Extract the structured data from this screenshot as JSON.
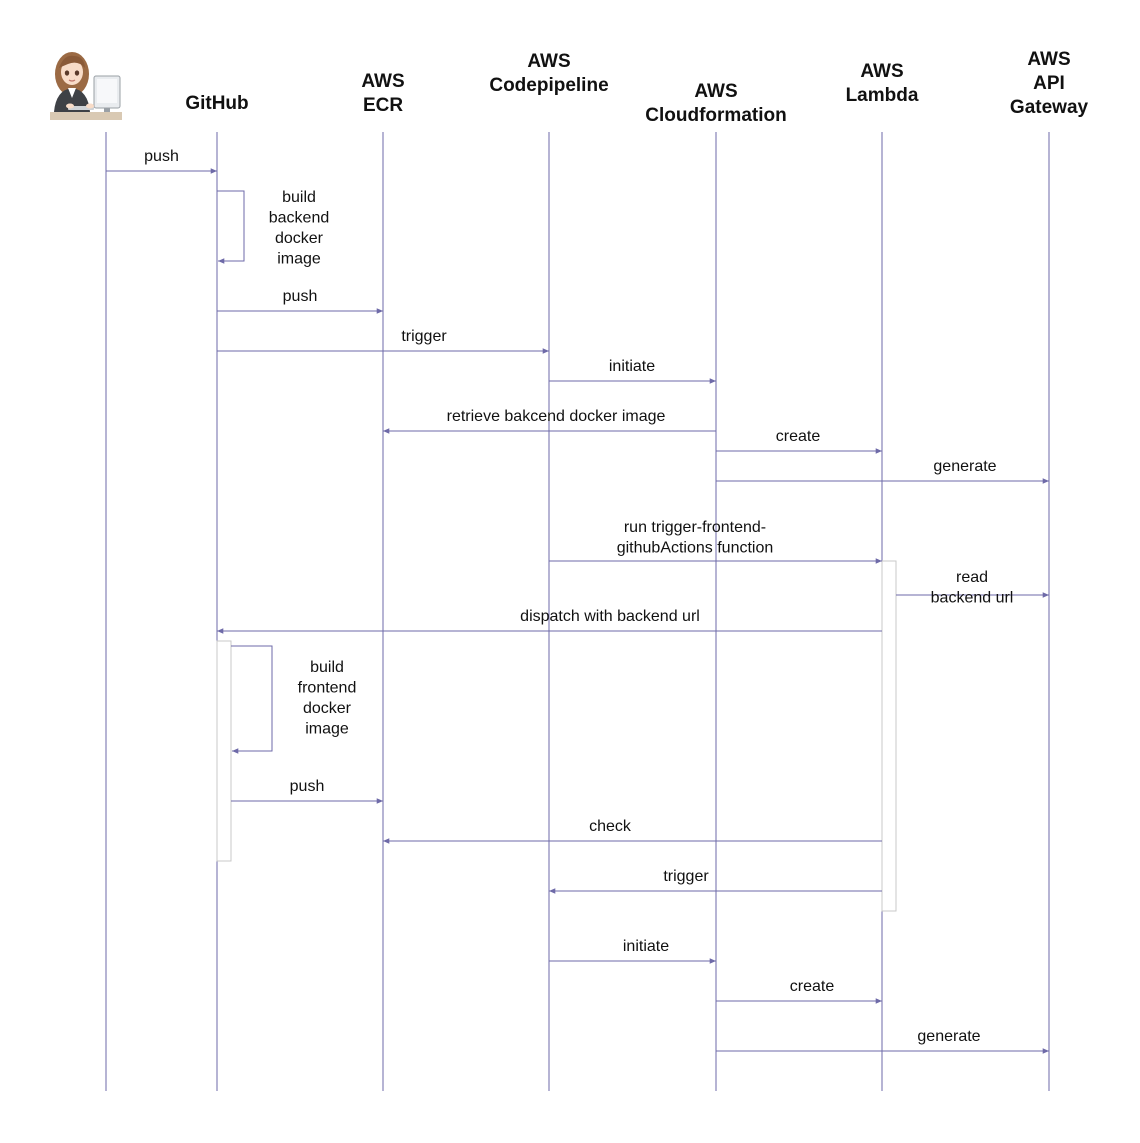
{
  "diagram": {
    "type": "sequence",
    "colors": {
      "line": "#6e6aa8",
      "text": "#111111",
      "activation_border": "#c9c9c9"
    },
    "actor_icon": "woman-at-computer-icon",
    "participants": [
      {
        "id": "user",
        "lines": []
      },
      {
        "id": "github",
        "lines": [
          "GitHub"
        ]
      },
      {
        "id": "ecr",
        "lines": [
          "AWS",
          "ECR"
        ]
      },
      {
        "id": "codepipeline",
        "lines": [
          "AWS",
          "Codepipeline"
        ]
      },
      {
        "id": "cloudformation",
        "lines": [
          "AWS",
          "Cloudformation"
        ]
      },
      {
        "id": "lambda",
        "lines": [
          "AWS",
          "Lambda"
        ]
      },
      {
        "id": "apigateway",
        "lines": [
          "AWS",
          "API",
          "Gateway"
        ]
      }
    ],
    "messages": [
      {
        "from": "user",
        "to": "github",
        "lines": [
          "push"
        ]
      },
      {
        "from": "github",
        "to": "github",
        "lines": [
          "build",
          "backend",
          "docker",
          "image"
        ]
      },
      {
        "from": "github",
        "to": "ecr",
        "lines": [
          "push"
        ]
      },
      {
        "from": "github",
        "to": "codepipeline",
        "lines": [
          "trigger"
        ]
      },
      {
        "from": "codepipeline",
        "to": "cloudformation",
        "lines": [
          "initiate"
        ]
      },
      {
        "from": "cloudformation",
        "to": "ecr",
        "lines": [
          "retrieve bakcend docker image"
        ]
      },
      {
        "from": "cloudformation",
        "to": "lambda",
        "lines": [
          "create"
        ]
      },
      {
        "from": "cloudformation",
        "to": "apigateway",
        "lines": [
          "generate"
        ]
      },
      {
        "from": "codepipeline",
        "to": "lambda",
        "lines": [
          "run trigger-frontend-",
          "githubActions function"
        ]
      },
      {
        "from": "lambda",
        "to": "apigateway",
        "lines": [
          "read",
          "backend url"
        ]
      },
      {
        "from": "lambda",
        "to": "github",
        "lines": [
          "dispatch with backend url"
        ]
      },
      {
        "from": "github",
        "to": "github",
        "lines": [
          "build",
          "frontend",
          "docker",
          "image"
        ]
      },
      {
        "from": "github",
        "to": "ecr",
        "lines": [
          "push"
        ]
      },
      {
        "from": "lambda",
        "to": "ecr",
        "lines": [
          "check"
        ]
      },
      {
        "from": "lambda",
        "to": "codepipeline",
        "lines": [
          "trigger"
        ]
      },
      {
        "from": "codepipeline",
        "to": "cloudformation",
        "lines": [
          "initiate"
        ]
      },
      {
        "from": "cloudformation",
        "to": "lambda",
        "lines": [
          "create"
        ]
      },
      {
        "from": "cloudformation",
        "to": "apigateway",
        "lines": [
          "generate"
        ]
      }
    ]
  }
}
